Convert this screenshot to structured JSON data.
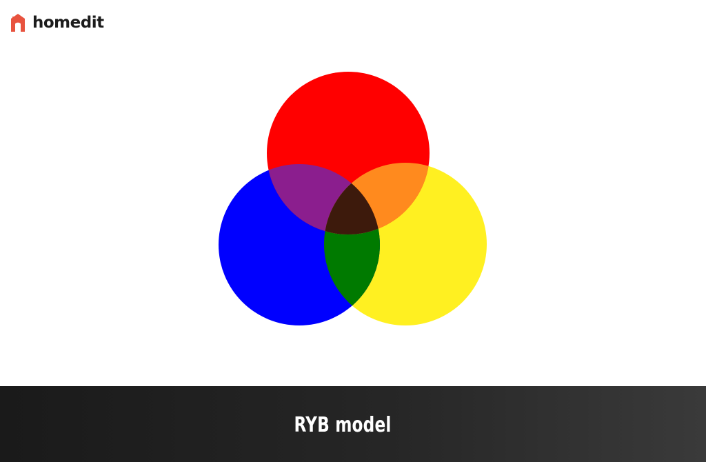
{
  "brand": {
    "name": "homedit",
    "accent_color": "#e8533f"
  },
  "diagram": {
    "circles": [
      {
        "name": "red",
        "color": "#ff0000"
      },
      {
        "name": "blue",
        "color": "#0000ff"
      },
      {
        "name": "yellow",
        "color": "#fff021"
      }
    ],
    "overlaps": {
      "red_blue": "#8b1e8e",
      "red_yellow": "#ff8a1e",
      "blue_yellow": "#007a00",
      "center": "#3d1a0c"
    }
  },
  "caption": {
    "text": "RYB model"
  }
}
